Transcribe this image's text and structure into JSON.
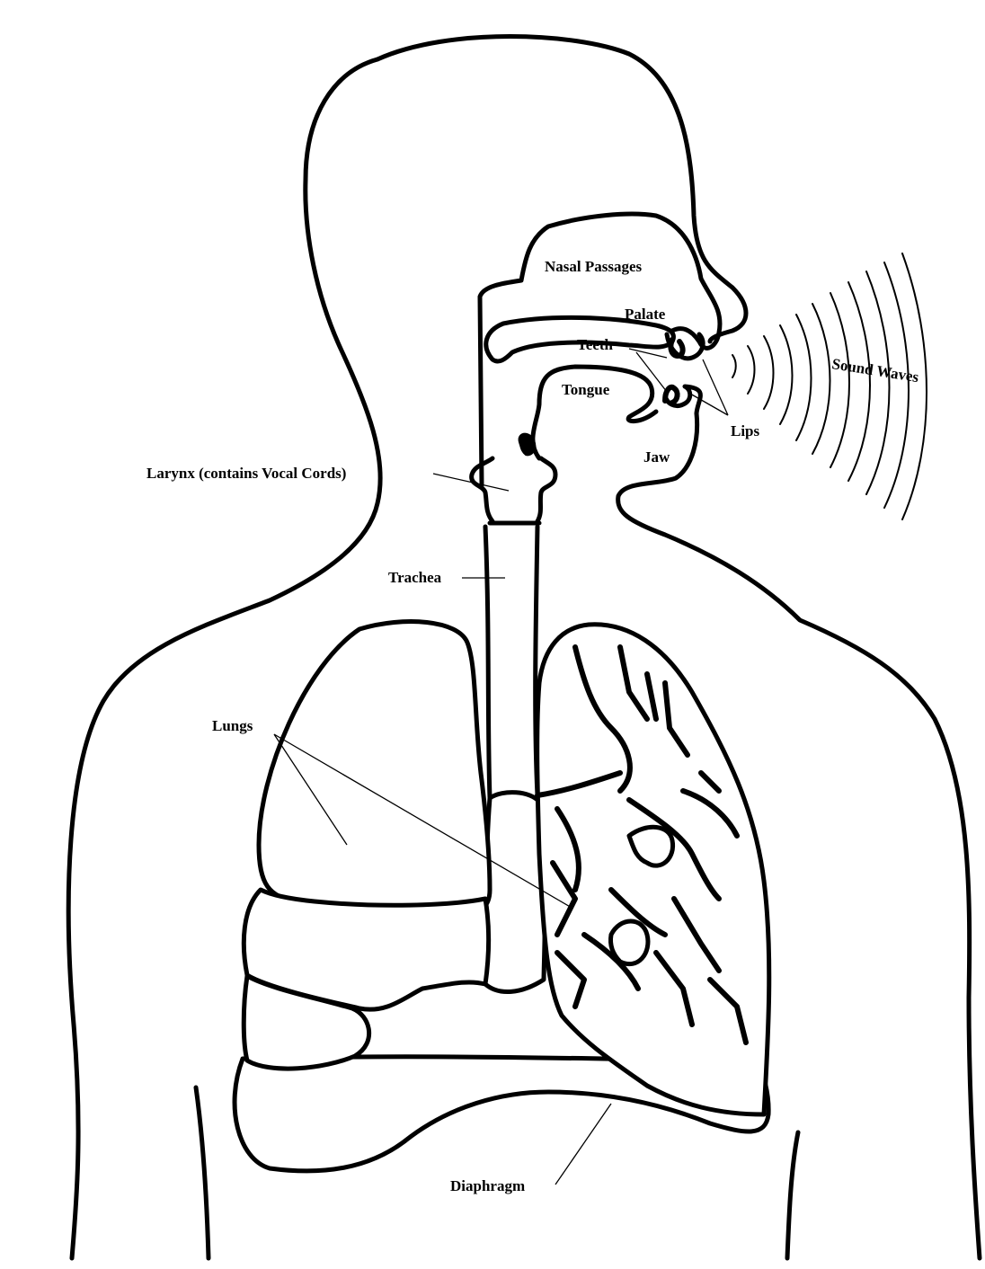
{
  "labels": {
    "nasal_passages": "Nasal Passages",
    "palate": "Palate",
    "teeth": "Teeth",
    "tongue": "Tongue",
    "sound_waves": "Sound Waves",
    "lips": "Lips",
    "jaw": "Jaw",
    "larynx": "Larynx (contains Vocal Cords)",
    "trachea": "Trachea",
    "lungs": "Lungs",
    "diaphragm": "Diaphragm"
  },
  "colors": {
    "line": "#000000",
    "background": "#ffffff"
  }
}
